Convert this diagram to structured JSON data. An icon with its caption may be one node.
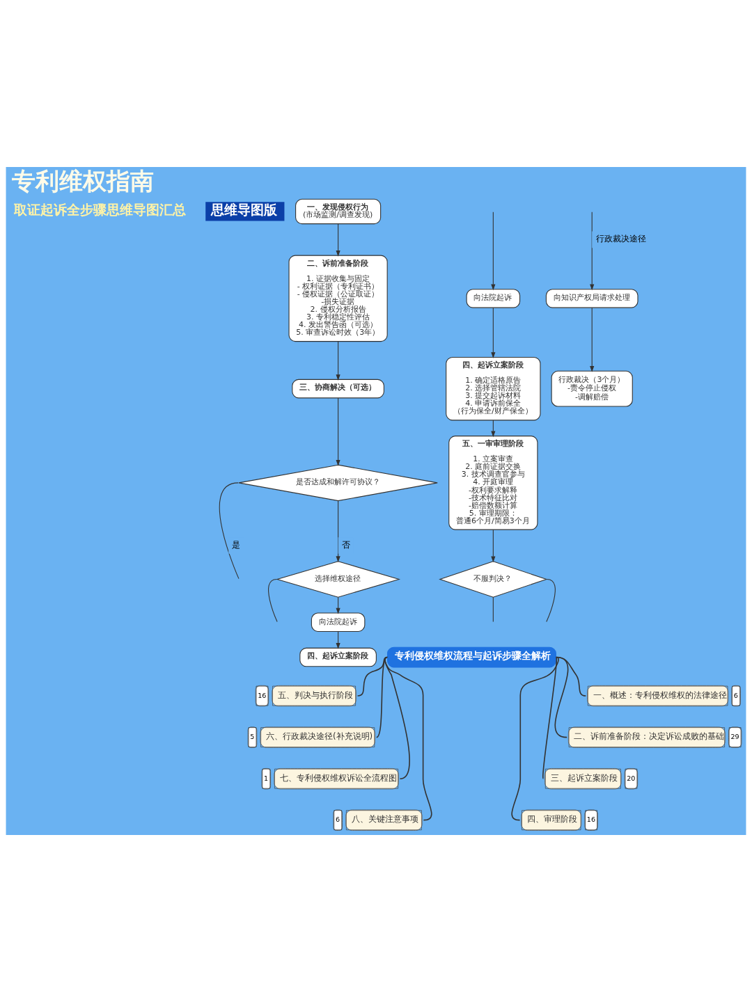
{
  "diagram": {
    "title": "专利维权指南",
    "nodes": [
      {
        "text": [
          "一、发现侵权行为",
          "(市场监测/调查发现)"
        ]
      },
      {
        "text": [
          "二、诉前准备阶段",
          "1. 证据收集与固定",
          "- 权利证据（专利证书）",
          "- 侵权证据（公证取证）",
          "-损失证据",
          "2. 侵权分析报告",
          "3. 专利稳定性评估",
          "4. 发出警告函（可选）",
          "5. 审查诉讼时效（3年）"
        ]
      },
      {
        "text": [
          "三、协商解决（可选）"
        ]
      },
      {
        "text": [
          "是否达成和解许可协议？"
        ]
      },
      {
        "text": [
          "选择维权途径"
        ]
      },
      {
        "text": [
          "向法院起诉"
        ]
      },
      {
        "text": [
          "四、起诉立案阶段"
        ]
      },
      {
        "text": [
          "向法院起诉"
        ]
      },
      {
        "text": [
          "四、起诉立案阶段",
          "1. 确定适格原告",
          "2. 选择管辖法院",
          "3. 提交起诉材料",
          "4. 申请诉前保全",
          "（行为保全/财产保全）"
        ]
      },
      {
        "text": [
          "五、一审审理阶段",
          "1. 立案审查",
          "2. 庭前证据交换",
          "3. 技术调查官参与",
          "4. 开庭审理",
          "-权利要求解释",
          "-技术特征比对",
          "-赔偿数额计算",
          "5. 审理期限：",
          "普通6个月/简易3个月"
        ]
      },
      {
        "text": [
          "不服判决？"
        ]
      },
      {
        "text": [
          "向知识产权局请求处理"
        ]
      },
      {
        "text": [
          "行政裁决（3个月）",
          "-责令停止侵权",
          "-调解赔偿"
        ]
      },
      {
        "text": [
          "专利侵权维权流程与起诉步骤全解析"
        ]
      },
      {
        "text": [
          "一、概述：专利侵权维权的法律途径"
        ],
        "beside": [
          "6"
        ]
      },
      {
        "text": [
          "二、诉前准备阶段：决定诉讼成败的基础"
        ],
        "beside": [
          "29"
        ]
      },
      {
        "text": [
          "三、起诉立案阶段"
        ],
        "beside": [
          "20"
        ]
      },
      {
        "text": [
          "四、审理阶段"
        ],
        "beside": [
          "16"
        ]
      },
      {
        "text": [
          "五、判决与执行阶段"
        ],
        "beside": [
          "16"
        ]
      },
      {
        "text": [
          "六、行政裁决途径(补充说明)"
        ],
        "beside": [
          "5"
        ]
      },
      {
        "text": [
          "七、专利侵权维权诉讼全流程图"
        ],
        "beside": [
          "1"
        ]
      },
      {
        "text": [
          "八、关键注意事项"
        ],
        "beside": [
          "6"
        ]
      }
    ],
    "edges": [
      {
        "from": 0,
        "to": 1,
        "arrow": "to"
      },
      {
        "from": 1,
        "to": 2,
        "arrow": "to"
      },
      {
        "from": 2,
        "to": 3,
        "arrow": "to"
      },
      {
        "from": 3,
        "to": null,
        "arrow": "none",
        "label": "是"
      },
      {
        "from": 3,
        "to": 4,
        "arrow": "to",
        "label": "否"
      },
      {
        "from": 4,
        "to": null,
        "arrow": "none"
      },
      {
        "from": 4,
        "to": 5,
        "arrow": "to"
      },
      {
        "from": 5,
        "to": 6,
        "arrow": "to"
      },
      {
        "from": null,
        "to": 7,
        "arrow": "to"
      },
      {
        "from": null,
        "to": 11,
        "arrow": "to",
        "label": "行政裁决途径"
      },
      {
        "from": 7,
        "to": 8,
        "arrow": "to"
      },
      {
        "from": 8,
        "to": 9,
        "arrow": "to"
      },
      {
        "from": 9,
        "to": 10,
        "arrow": "to"
      },
      {
        "from": 10,
        "to": null,
        "arrow": "none"
      },
      {
        "from": 10,
        "to": null,
        "arrow": "none"
      },
      {
        "from": 11,
        "to": 12,
        "arrow": "to"
      },
      {
        "from": 13,
        "to": 18,
        "arrow": "none"
      },
      {
        "from": 13,
        "to": 19,
        "arrow": "none"
      },
      {
        "from": 13,
        "to": 20,
        "arrow": "none"
      },
      {
        "from": 13,
        "to": 21,
        "arrow": "none"
      },
      {
        "from": 13,
        "to": 17,
        "arrow": "none"
      },
      {
        "from": 13,
        "to": 16,
        "arrow": "none"
      },
      {
        "from": 13,
        "to": 15,
        "arrow": "none"
      },
      {
        "from": 13,
        "to": 14,
        "arrow": "none"
      }
    ],
    "labels": [
      "取证起诉全步骤思维导图汇总",
      "思维导图版"
    ]
  }
}
